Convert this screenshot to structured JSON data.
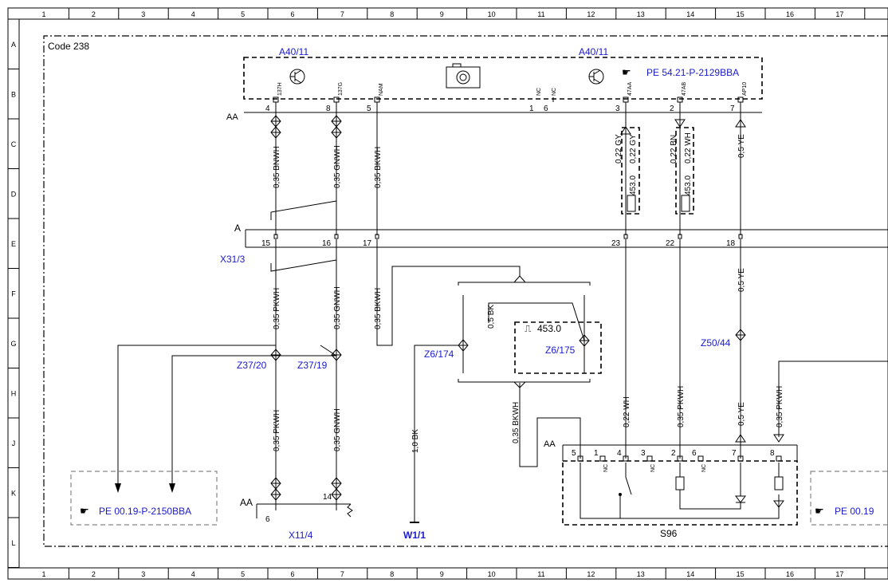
{
  "frame": {
    "cols": [
      "1",
      "2",
      "3",
      "4",
      "5",
      "6",
      "7",
      "8",
      "9",
      "10",
      "11",
      "12",
      "13",
      "14",
      "15",
      "16",
      "17"
    ],
    "rows": [
      "A",
      "B",
      "C",
      "D",
      "E",
      "F",
      "G",
      "H",
      "J",
      "K",
      "L"
    ]
  },
  "code_label": "Code 238",
  "modules": {
    "a40_left": "A40/11",
    "a40_right": "A40/11",
    "ref_top": "PE 54.21-P-2129BBA",
    "ref_left": "PE 00.19-P-2150BBA",
    "ref_right": "PE 00.19",
    "aa_top": "AA",
    "aa_bottom": "AA",
    "aa_s96": "AA",
    "x31": "X31/3",
    "x31_letter": "A",
    "x11": "X11/4",
    "w1": "W1/1",
    "s96": "S96",
    "z37_20": "Z37/20",
    "z37_19": "Z37/19",
    "z6_174": "Z6/174",
    "z6_175": "Z6/175",
    "z50": "Z50/44",
    "box_453": "453.0"
  },
  "pins_top": {
    "p4": "4",
    "p8": "8",
    "p5": "5",
    "p1": "1",
    "p6": "6",
    "p3": "3",
    "p2": "2",
    "p7": "7",
    "n137h": "137H",
    "n137g": "137G",
    "nnam": "NAM",
    "nnc1": "NC",
    "nnc2": "NC",
    "n47aa": "47AA",
    "n47ab": "47AB",
    "nap10": "AP10"
  },
  "pins_x31": {
    "p15": "15",
    "p16": "16",
    "p17": "17",
    "p23": "23",
    "p22": "22",
    "p18": "18"
  },
  "pins_x11": {
    "p6": "6",
    "p14": "14"
  },
  "pins_s96": {
    "p5": "5",
    "p1": "1",
    "p4": "4",
    "p3": "3",
    "p2": "2",
    "p6": "6",
    "p7": "7",
    "p8": "8",
    "nc1": "NC",
    "nc2": "NC",
    "nc3": "NC"
  },
  "wires": {
    "bnwh": "0,35 BNWH",
    "gnwh_top": "0,35 GNWH",
    "bkwh_top": "0,35 BKWH",
    "gy_a": "0,22 GY",
    "gy_b": "0,22 GY",
    "bn": "0,22 BN",
    "wh_right": "0,22 WH",
    "ye_top": "0,5 YE",
    "ye_mid": "0,5 YE",
    "ye_low": "0,5 YE",
    "pkwh_f": "0,35 PKWH",
    "gnwh_f": "0,35 GNWH",
    "bkwh_f": "0,35 BKWH",
    "pkwh_j": "0,35 PKWH",
    "gnwh_j": "0,35 GNWH",
    "bk_w1": "1,0 BK",
    "bk_z6": "0,5 BK",
    "bkwh_j": "0,35 BKWH",
    "wh_s96": "0,22 WH",
    "pkwh_s96": "0,35 PKWH",
    "pkwh_right": "0,35 PKWH",
    "twist1": "453.0",
    "twist2": "453.0"
  },
  "icons": [
    "camera-icon",
    "transistor-icon",
    "hand-pointer-icon",
    "connector-icon",
    "switch-icon",
    "resistor-icon",
    "led-icon",
    "ground-icon"
  ]
}
